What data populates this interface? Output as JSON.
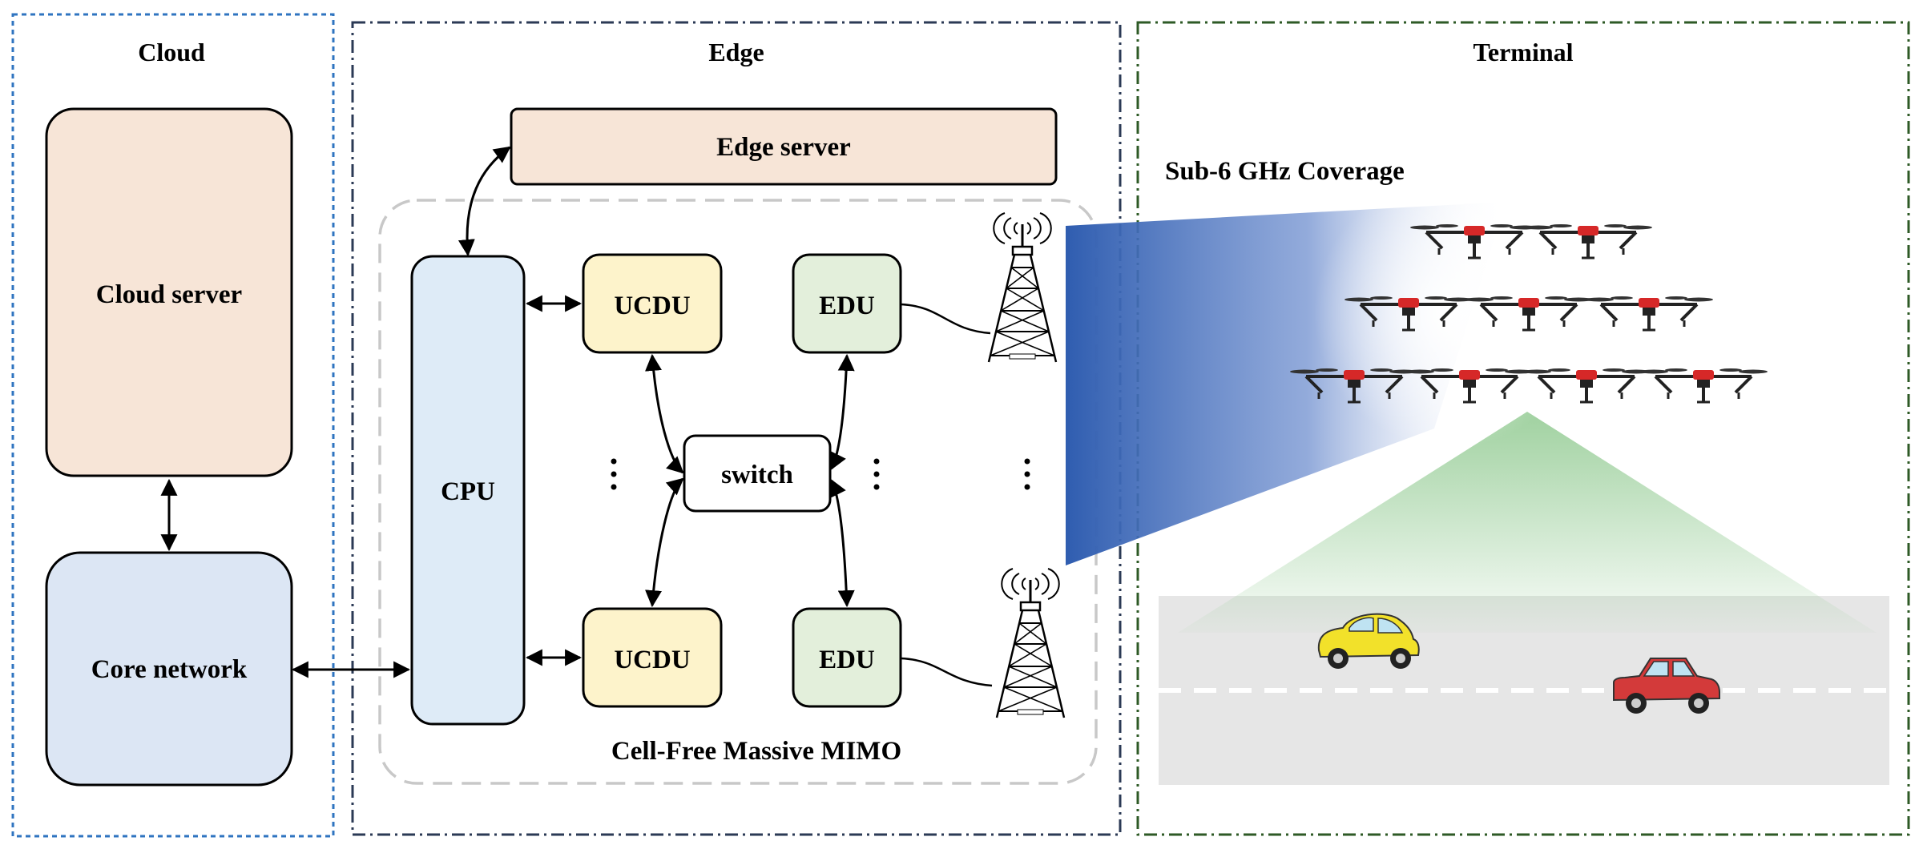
{
  "panels": {
    "cloud": {
      "title": "Cloud"
    },
    "edge": {
      "title": "Edge"
    },
    "terminal": {
      "title": "Terminal"
    }
  },
  "cloud": {
    "cloud_server": "Cloud server",
    "core_network": "Core network"
  },
  "edge": {
    "edge_server": "Edge server",
    "cpu": "CPU",
    "ucdu_top": "UCDU",
    "ucdu_bottom": "UCDU",
    "edu_top": "EDU",
    "edu_bottom": "EDU",
    "switch": "switch",
    "cfmm_label": "Cell-Free Massive MIMO"
  },
  "terminal": {
    "coverage_label": "Sub-6 GHz Coverage"
  },
  "colors": {
    "cloud_border": "#2f74c0",
    "edge_border": "#2b3a55",
    "terminal_border": "#2e5a26",
    "server_fill": "#f7e5d7",
    "core_fill": "#dce6f4",
    "cpu_fill": "#deebf7",
    "ucdu_fill": "#fdf3cb",
    "edu_fill": "#e3efdb",
    "beam": "#2f5db0",
    "cone": "#8fc98f",
    "road": "#e6e6e6",
    "drone_accent": "#d62828",
    "car_yellow": "#f2e12a",
    "car_red": "#d33a3a"
  },
  "icons": [
    "tower-icon",
    "drone-icon",
    "car-icon"
  ]
}
